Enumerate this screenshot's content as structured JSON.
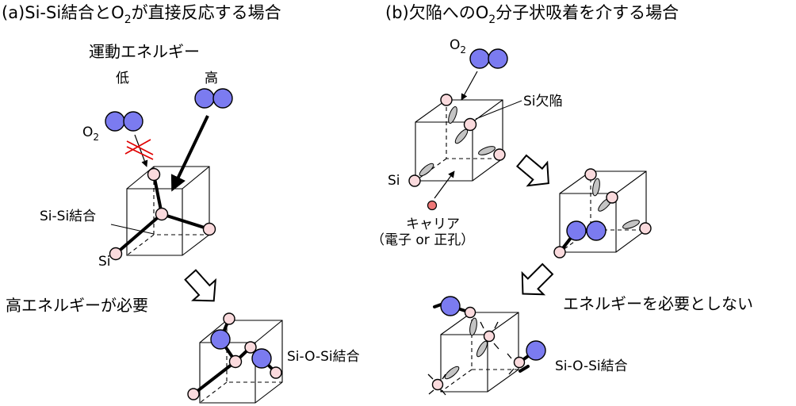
{
  "panel_a": {
    "title": "(a)Si-Si結合とO2が直接反応する場合",
    "title_main": "(a)Si-Si結合とO",
    "title_sub": "2",
    "title_tail": "が直接反応する場合",
    "kinetic_energy": "運動エネルギー",
    "low": "低",
    "high": "高",
    "o2_main": "O",
    "o2_sub": "2",
    "sisi_bond": "Si-Si結合",
    "si": "Si",
    "needs_high_energy": "高エネルギーが必要",
    "siosi_bond": "Si-O-Si結合"
  },
  "panel_b": {
    "title": "(b)欠陥へのO2分子状吸着を介する場合",
    "title_main": "(b)欠陥へのO",
    "title_sub": "2",
    "title_tail": "分子状吸着を介する場合",
    "o2_main": "O",
    "o2_sub": "2",
    "si_defect": "Si欠陥",
    "si": "Si",
    "carrier": "キャリア",
    "carrier_types": "（電子 or 正孔）",
    "no_energy_needed": "エネルギーを必要としない",
    "siosi_bond": "Si-O-Si結合"
  },
  "colors": {
    "silicon_atom": "#fadadd",
    "oxygen_atom": "#7b7bf0",
    "orbital_lobe": "#c4c4c4",
    "carrier": "#ee7777",
    "cross_mark": "#e00000"
  }
}
